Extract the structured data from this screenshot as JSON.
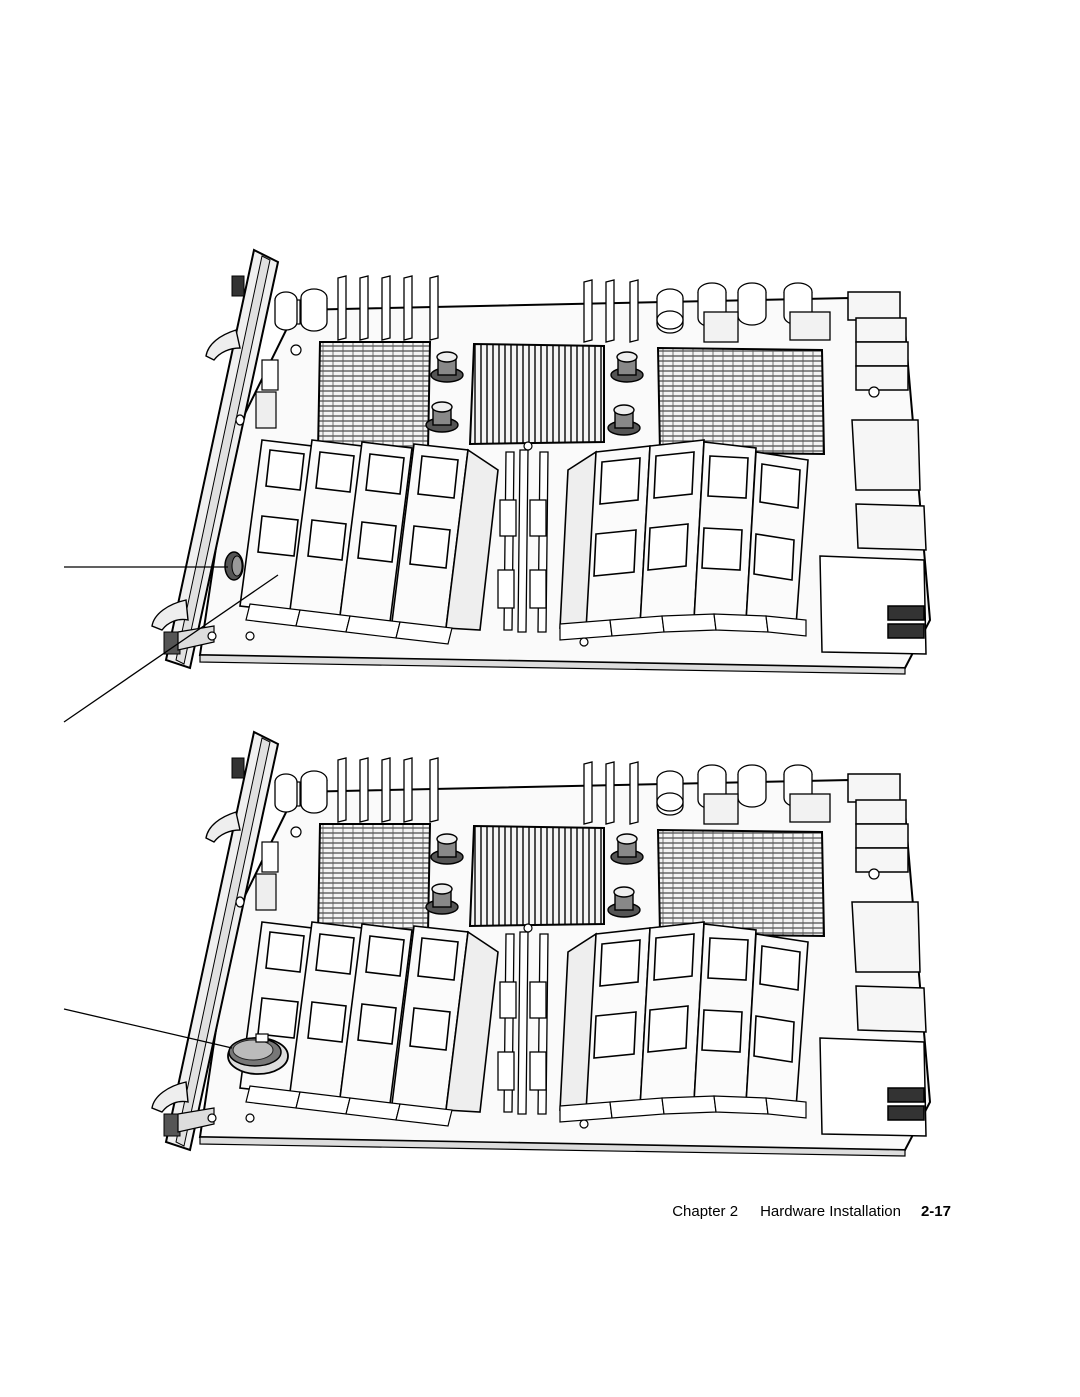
{
  "figure": {
    "top_board": "blade board with battery installed in holder",
    "bottom_board": "blade board with battery removed from holder"
  },
  "footer": {
    "chapter": "Chapter 2",
    "section": "Hardware Installation",
    "page_number": "2-17"
  }
}
